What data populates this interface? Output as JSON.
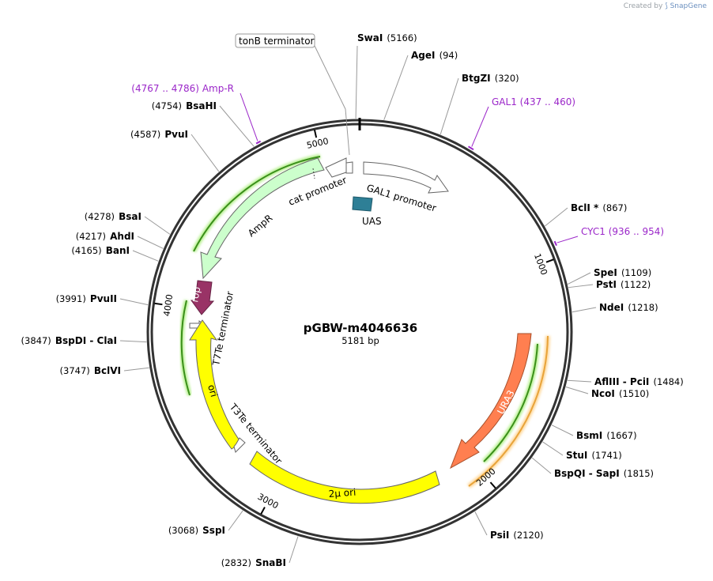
{
  "credit": {
    "prefix": "Created by",
    "brand": "SnapGene"
  },
  "plasmid": {
    "name": "pGBW-m4046636",
    "size_label": "5181 bp",
    "length": 5181
  },
  "ticks": [
    {
      "label": "1000",
      "pos": 1000
    },
    {
      "label": "2000",
      "pos": 2000
    },
    {
      "label": "3000",
      "pos": 3000
    },
    {
      "label": "4000",
      "pos": 4000
    },
    {
      "label": "5000",
      "pos": 5000
    }
  ],
  "sites": [
    {
      "name": "SwaI",
      "pos_label": "(5166)",
      "pos": 5166
    },
    {
      "name": "AgeI",
      "pos_label": "(94)",
      "pos": 94
    },
    {
      "name": "BtgZI",
      "pos_label": "(320)",
      "pos": 320
    },
    {
      "name": "BclI *",
      "pos_label": "(867)",
      "pos": 867
    },
    {
      "name": "SpeI",
      "pos_label": "(1109)",
      "pos": 1109
    },
    {
      "name": "PstI",
      "pos_label": "(1122)",
      "pos": 1122
    },
    {
      "name": "NdeI",
      "pos_label": "(1218)",
      "pos": 1218
    },
    {
      "name": "AflIII  -  PciI",
      "pos_label": "(1484)",
      "pos": 1484
    },
    {
      "name": "NcoI",
      "pos_label": "(1510)",
      "pos": 1510
    },
    {
      "name": "BsmI",
      "pos_label": "(1667)",
      "pos": 1667
    },
    {
      "name": "StuI",
      "pos_label": "(1741)",
      "pos": 1741
    },
    {
      "name": "BspQI  -  SapI",
      "pos_label": "(1815)",
      "pos": 1815
    },
    {
      "name": "PsiI",
      "pos_label": "(2120)",
      "pos": 2120
    },
    {
      "name": "SnaBI",
      "pos_label": "(2832)",
      "pos": 2832
    },
    {
      "name": "SspI",
      "pos_label": "(3068)",
      "pos": 3068
    },
    {
      "name": "BclVI",
      "pos_label": "(3747)",
      "pos": 3747
    },
    {
      "name": "BspDI  -  ClaI",
      "pos_label": "(3847)",
      "pos": 3847
    },
    {
      "name": "PvuII",
      "pos_label": "(3991)",
      "pos": 3991
    },
    {
      "name": "BanI",
      "pos_label": "(4165)",
      "pos": 4165
    },
    {
      "name": "AhdI",
      "pos_label": "(4217)",
      "pos": 4217
    },
    {
      "name": "BsaI",
      "pos_label": "(4278)",
      "pos": 4278
    },
    {
      "name": "PvuI",
      "pos_label": "(4587)",
      "pos": 4587
    },
    {
      "name": "BsaHI",
      "pos_label": "(4754)",
      "pos": 4754
    }
  ],
  "primers": [
    {
      "name": "Amp-R",
      "range_label": "(4767 .. 4786)",
      "start": 4767,
      "end": 4786
    },
    {
      "name": "GAL1",
      "range_label": "(437 .. 460)",
      "start": 437,
      "end": 460
    },
    {
      "name": "CYC1",
      "range_label": "(936 .. 954)",
      "start": 936,
      "end": 954
    }
  ],
  "features": [
    {
      "name": "GAL1 promoter",
      "color": "#ffffff"
    },
    {
      "name": "UAS",
      "color": "#2e7f96"
    },
    {
      "name": "cat promoter",
      "color": "#ffffff"
    },
    {
      "name": "AmpR",
      "color": "#ccffcc"
    },
    {
      "name": "rop",
      "color": "#993366"
    },
    {
      "name": "T7Te terminator",
      "color": "#ffffff"
    },
    {
      "name": "ori",
      "color": "#ffff00"
    },
    {
      "name": "T3Te terminator",
      "color": "#ffffff"
    },
    {
      "name": "2µ ori",
      "color": "#ffff00"
    },
    {
      "name": "URA3",
      "color": "#ff7f50"
    }
  ],
  "boxed_label": "tonB terminator",
  "colors": {
    "backbone": "#333333",
    "primer": "#9b27c9",
    "orf_green": "#3a8f1a",
    "orf_orange": "#e8a33a"
  }
}
